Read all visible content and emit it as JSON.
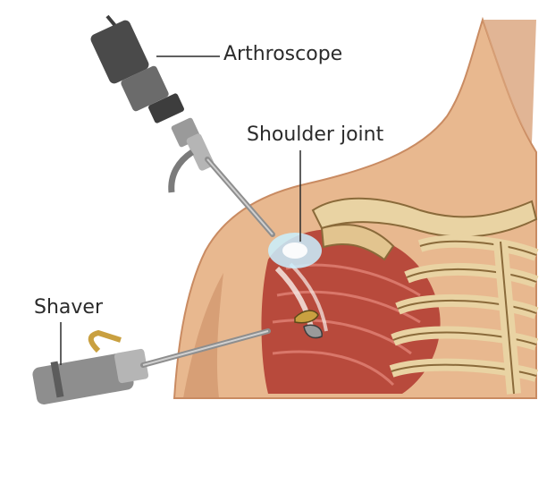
{
  "labels": {
    "arthroscope": "Arthroscope",
    "shoulder_joint": "Shoulder joint",
    "shaver": "Shaver"
  },
  "colors": {
    "background": "#ffffff",
    "skin": "#e8b88f",
    "skin_shadow": "#c98b62",
    "muscle": "#b84a3c",
    "bone": "#e9d3a3",
    "bone_outline": "#8a6a3a",
    "instrument": "#8e8e8e",
    "instrument_dark": "#3d3d3d",
    "light_glow": "#c9f0ff",
    "label_text": "#2b2b2b"
  }
}
